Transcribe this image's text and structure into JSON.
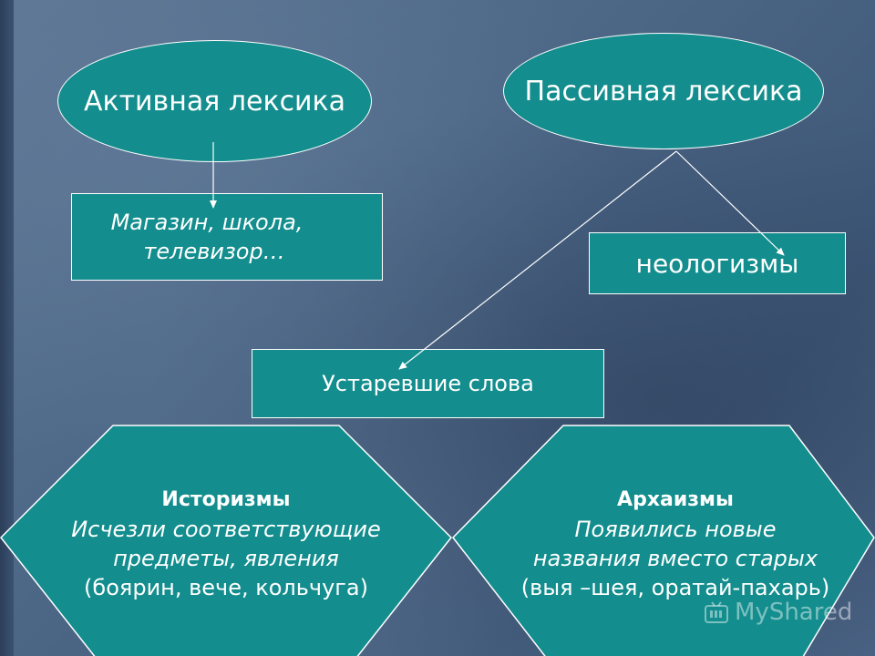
{
  "active": {
    "label": "Активная лексика"
  },
  "passive": {
    "label": "Пассивная лексика"
  },
  "active_examples": {
    "line1": "Магазин, школа,",
    "line2": "телевизор…"
  },
  "neologisms": {
    "label": "неологизмы"
  },
  "obsolete": {
    "label": "Устаревшие слова"
  },
  "historisms": {
    "title": "Историзмы",
    "line1": "Исчезли соответствующие",
    "line2": "предметы, явления",
    "line3": "(боярин, вече, кольчуга)"
  },
  "archaisms": {
    "title": "Архаизмы",
    "line1": "Появились новые",
    "line2": "названия вместо старых",
    "line3": "(выя –шея, оратай-пахарь)"
  },
  "watermark": {
    "text": "MyShared"
  },
  "colors": {
    "shape_fill": "#138d8d",
    "shape_border": "#ffffff",
    "background": "#4d6787",
    "arrow": "#ffffff"
  }
}
